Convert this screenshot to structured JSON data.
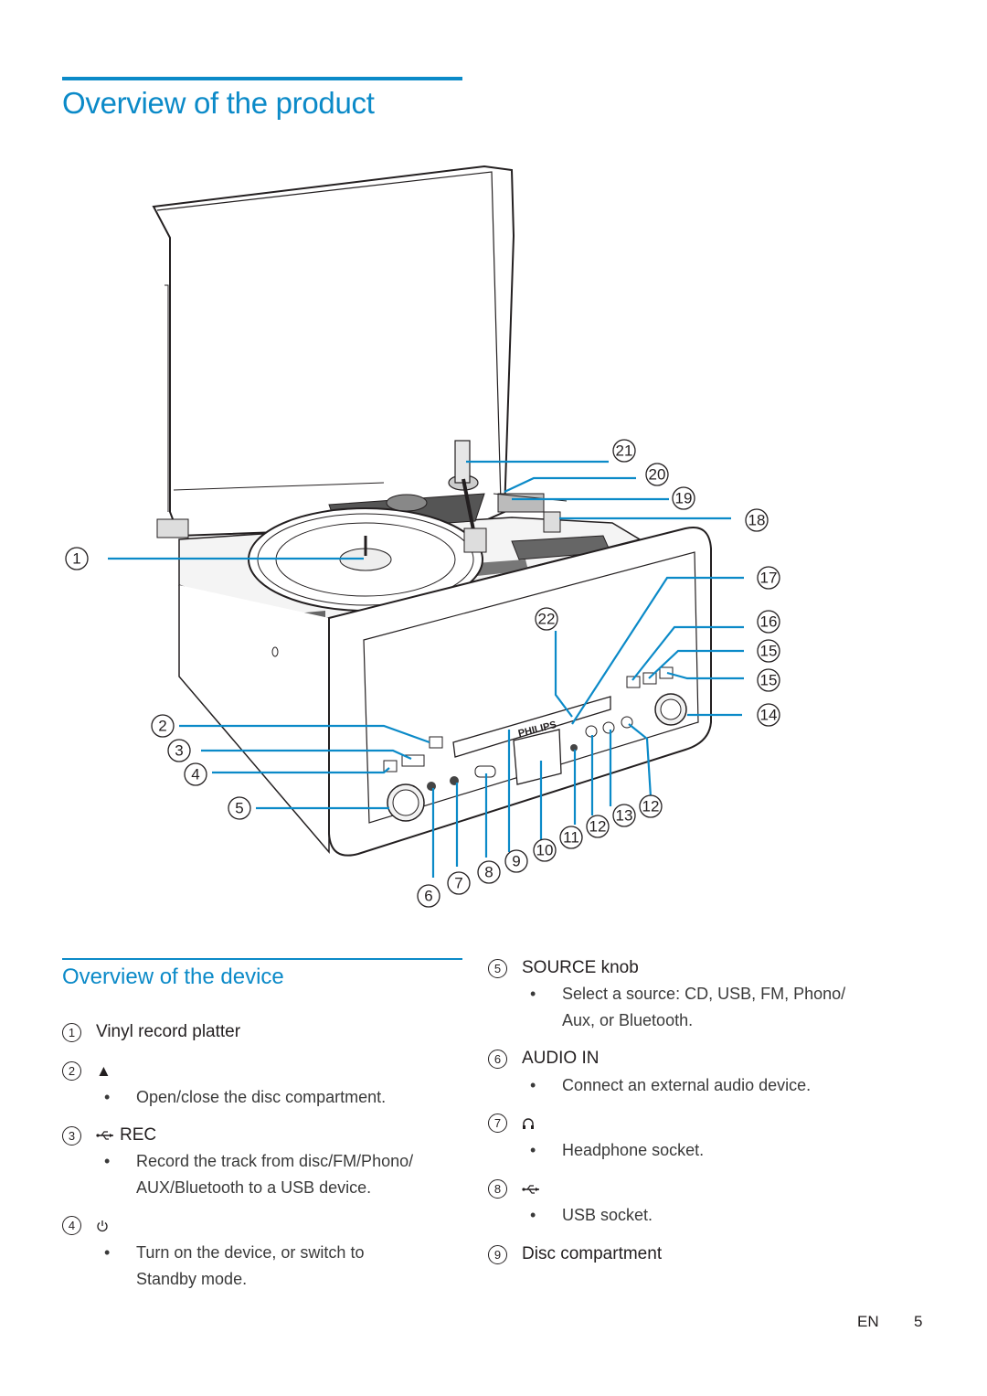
{
  "page_title": "Overview of the product",
  "section_title": "Overview of the device",
  "brand_logo": "PHILIPS",
  "callouts": [
    "1",
    "2",
    "3",
    "4",
    "5",
    "6",
    "7",
    "8",
    "9",
    "10",
    "11",
    "12",
    "13",
    "12",
    "14",
    "15",
    "15",
    "16",
    "17",
    "18",
    "19",
    "20",
    "21",
    "22"
  ],
  "items": {
    "i1": {
      "number": "1",
      "label": "Vinyl record platter"
    },
    "i2": {
      "number": "2",
      "glyph": "▲",
      "bullet": "Open/close the disc compartment."
    },
    "i3": {
      "number": "3",
      "label": "REC",
      "bullet_line1": "Record the track from disc/FM/Phono/",
      "bullet_line2": "AUX/Bluetooth to a USB device."
    },
    "i4": {
      "number": "4",
      "glyph": "⏻",
      "bullet_line1": "Turn on the device, or switch to",
      "bullet_line2": "Standby mode."
    },
    "i5": {
      "number": "5",
      "label": "SOURCE knob",
      "bullet_line1": "Select a source: CD, USB, FM, Phono/",
      "bullet_line2": "Aux, or Bluetooth."
    },
    "i6": {
      "number": "6",
      "label": "AUDIO IN",
      "bullet": "Connect an external audio device."
    },
    "i7": {
      "number": "7",
      "glyph": "🎧",
      "bullet": "Headphone socket."
    },
    "i8": {
      "number": "8",
      "bullet": "USB socket."
    },
    "i9": {
      "number": "9",
      "label": "Disc compartment"
    }
  },
  "icons": {
    "usb": "usb-icon",
    "headphone": "headphone-icon",
    "power": "power-icon",
    "eject": "eject-icon"
  },
  "footer": {
    "lang": "EN",
    "page": "5"
  },
  "colors": {
    "accent": "#0b8ac8",
    "text": "#231f20"
  }
}
